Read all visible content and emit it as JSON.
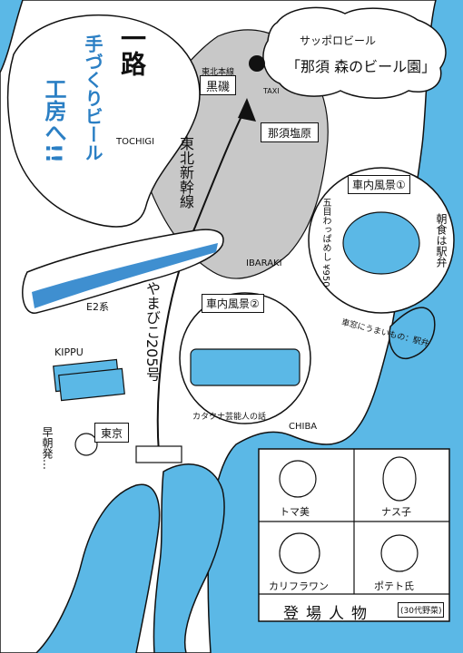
{
  "title_lines": [
    "一路",
    "手づくりビール",
    "工房へ!!"
  ],
  "brewery": {
    "company": "サッポロビール",
    "name": "「那須 森のビール園」"
  },
  "stations": {
    "kuroiso": "黒磯",
    "tohoku_line": "東北本線",
    "nasushiobara": "那須塩原",
    "tokyo": "東京"
  },
  "taxi": "TAXI",
  "prefectures": {
    "tochigi": "TOCHIGI",
    "ibaraki": "IBARAKI",
    "chiba": "CHIBA"
  },
  "shinkansen_line": "東北新幹線",
  "train_name": "やまびこ205号",
  "train_model": "E2系",
  "kippu": "KIPPU",
  "early_morning": "早朝発…",
  "scene1": {
    "title": "車内風景①",
    "bento": "五目わっぱめし ¥950",
    "caption": "朝食は駅弁",
    "note": "車窓にうまいもの：駅弁"
  },
  "scene2": {
    "title": "車内風景②",
    "caption": "カタクナ芸能人の話"
  },
  "characters": {
    "heading": "登場人物",
    "subnote": "(30代野菜)",
    "list": [
      {
        "name": "トマ美"
      },
      {
        "name": "ナス子"
      },
      {
        "name": "カリフラワン"
      },
      {
        "name": "ポテト氏"
      }
    ]
  },
  "colors": {
    "sea": "#5bb8e6",
    "land": "#ffffff",
    "tochigi": "#c8c8c8",
    "train_blue": "#3f8fd0",
    "ink": "#111111"
  }
}
